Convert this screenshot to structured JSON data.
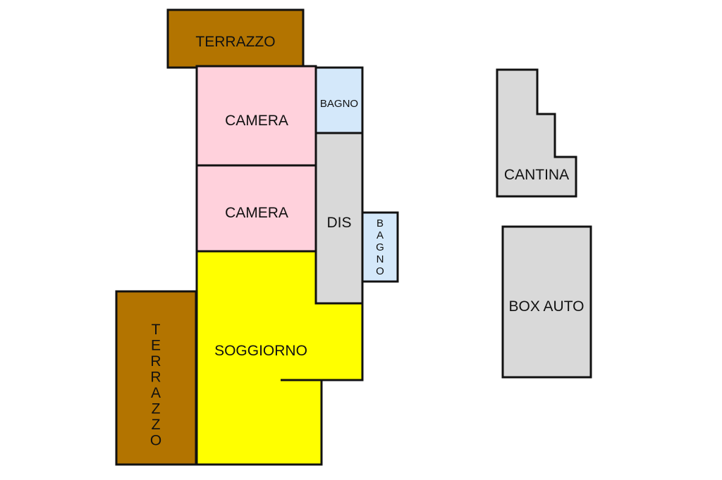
{
  "colors": {
    "terrace": "#b37400",
    "bedroom": "#ffd1dc",
    "bathroom": "#d4e8fa",
    "hallway": "#d9d9d9",
    "living": "#ffff00",
    "storage": "#d9d9d9"
  },
  "rooms": {
    "terrazzo_top": "TERRAZZO",
    "camera_1": "CAMERA",
    "camera_2": "CAMERA",
    "bagno_1": "BAGNO",
    "dis": "DIS",
    "bagno_2": "BAGNO",
    "soggiorno": "SOGGIORNO",
    "terrazzo_left": "TERRAZZO",
    "cantina": "CANTINA",
    "box_auto": "BOX AUTO"
  }
}
